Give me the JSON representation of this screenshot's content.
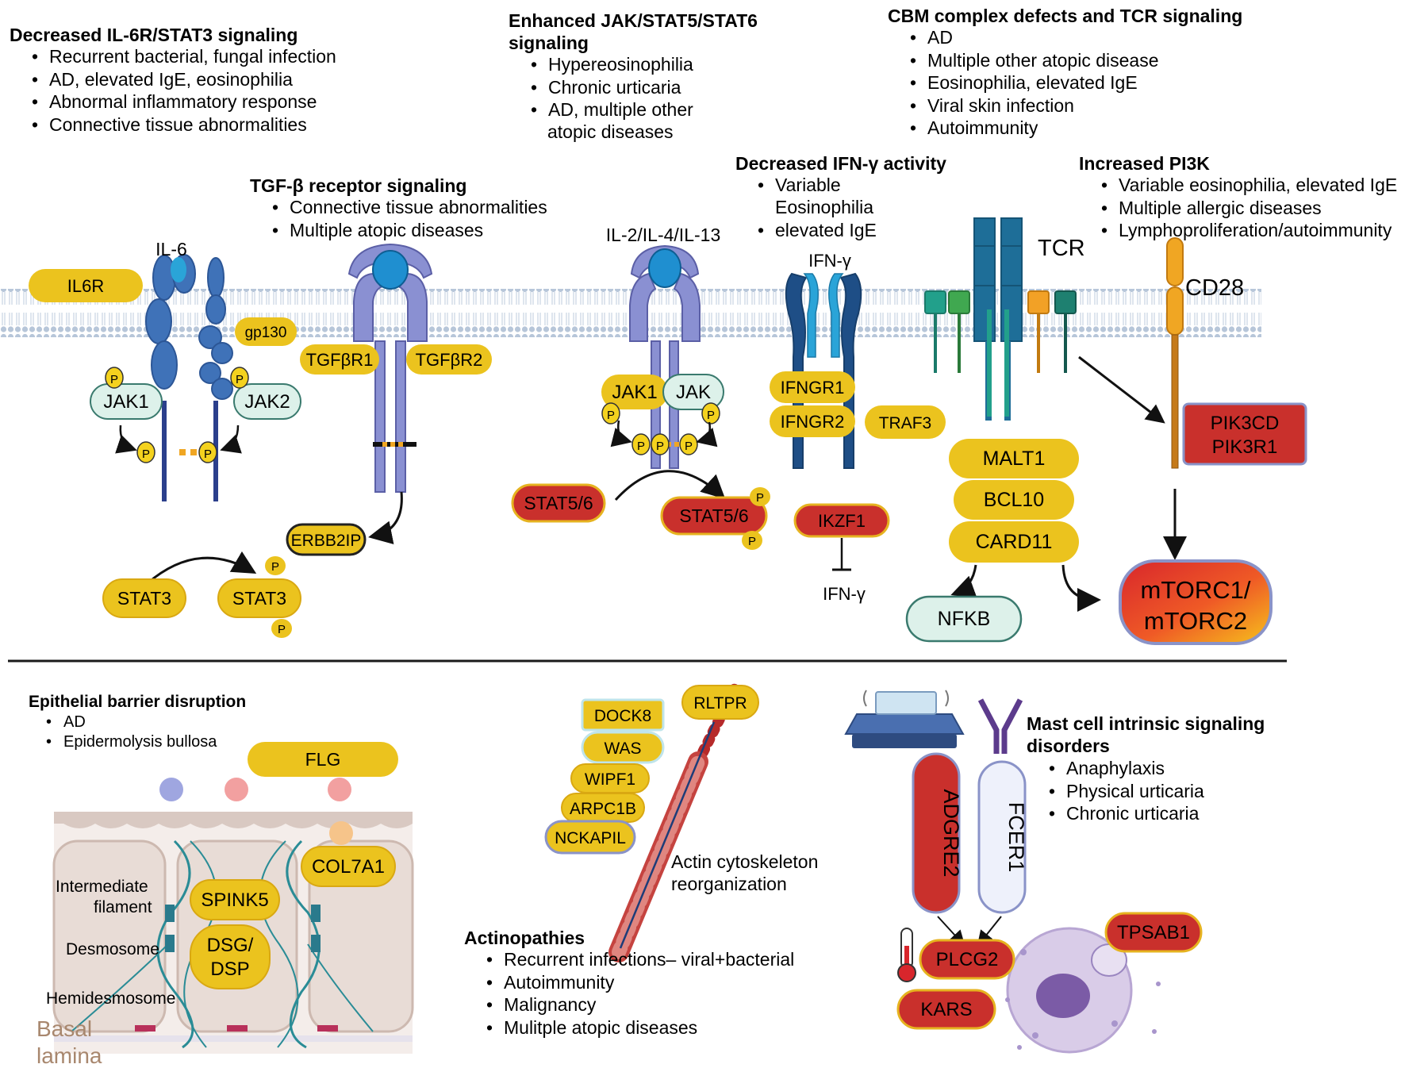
{
  "colors": {
    "gold": "#EBC31E",
    "gold_stroke": "#D9A812",
    "red": "#C9302C",
    "red_stroke": "#E6B320",
    "mint": "#DDF1EA",
    "mint_stroke": "#3A7A6E",
    "receptor_blue": "#3F72B8",
    "receptor_purple": "#8A90D2",
    "membrane": "#B9C7D8",
    "divider": "#1a1a1a"
  },
  "sections": {
    "il6": {
      "title": "Decreased IL-6R/STAT3 signaling",
      "items": [
        "Recurrent bacterial, fungal infection",
        "AD, elevated IgE, eosinophilia",
        "Abnormal inflammatory response",
        "Connective tissue abnormalities"
      ]
    },
    "jak": {
      "title_line1": "Enhanced JAK/STAT5/STAT6",
      "title_line2": "signaling",
      "items": [
        "Hypereosinophilia",
        "Chronic urticaria",
        "AD, multiple other",
        "atopic diseases"
      ]
    },
    "cbm": {
      "title": "CBM complex defects and TCR signaling",
      "items": [
        "AD",
        "Multiple other atopic disease",
        "Eosinophilia, elevated IgE",
        "Viral skin infection",
        "Autoimmunity"
      ]
    },
    "tgf": {
      "title": "TGF-β receptor signaling",
      "items": [
        "Connective tissue abnormalities",
        "Multiple atopic diseases"
      ]
    },
    "ifn": {
      "title": "Decreased IFN-γ activity",
      "items": [
        "Variable",
        "Eosinophilia",
        "elevated IgE"
      ]
    },
    "pi3k": {
      "title": "Increased PI3K",
      "items": [
        "Variable eosinophilia, elevated IgE",
        "Multiple allergic diseases",
        "Lymphoproliferation/autoimmunity"
      ]
    },
    "epithelial": {
      "title": "Epithelial barrier disruption",
      "items": [
        "AD",
        "Epidermolysis bullosa"
      ]
    },
    "actin": {
      "title": "Actinopathies",
      "items": [
        "Recurrent infections– viral+bacterial",
        "Autoimmunity",
        "Malignancy",
        "Mulitple atopic diseases"
      ]
    },
    "mast": {
      "title_line1": "Mast cell intrinsic signaling",
      "title_line2": "disorders",
      "items": [
        "Anaphylaxis",
        "Physical urticaria",
        "Chronic urticaria"
      ]
    }
  },
  "labels": {
    "il6": "IL-6",
    "il6r": "IL6R",
    "gp130": "gp130",
    "jak1": "JAK1",
    "jak2": "JAK2",
    "p": "P",
    "stat3": "STAT3",
    "tgfbr1": "TGFβR1",
    "tgfbr2": "TGFβR2",
    "erbb2ip": "ERBB2IP",
    "il2_4_13": "IL-2/IL-4/IL-13",
    "jak1b": "JAK1",
    "jak": "JAK",
    "stat56": "STAT5/6",
    "ifng": "IFN-γ",
    "ifngr1": "IFNGR1",
    "ifngr2": "IFNGR2",
    "traf3": "TRAF3",
    "ikzf1": "IKZF1",
    "ifng_out": "IFN-γ",
    "tcr": "TCR",
    "malt1": "MALT1",
    "bcl10": "BCL10",
    "card11": "CARD11",
    "nfkb": "NFKB",
    "cd28": "CD28",
    "pik3cd": "PIK3CD",
    "pik3r1": "PIK3R1",
    "mtorc1": "mTORC1/",
    "mtorc2": "mTORC2",
    "flg": "FLG",
    "col7a1": "COL7A1",
    "spink5": "SPINK5",
    "dsg": "DSG/",
    "dsp": "DSP",
    "intermediate1": "Intermediate",
    "intermediate2": "filament",
    "desmosome": "Desmosome",
    "hemidesmosome": "Hemidesmosome",
    "basal1": "Basal",
    "basal2": "lamina",
    "dock8": "DOCK8",
    "rltpr": "RLTPR",
    "was": "WAS",
    "wipf1": "WIPF1",
    "arpc1b": "ARPC1B",
    "nckapil": "NCKAPIL",
    "actin1": "Actin cytoskeleton",
    "actin2": "reorganization",
    "adgre2": "ADGRE2",
    "fcer1": "FCER1",
    "plcg2": "PLCG2",
    "kars": "KARS",
    "tpsab1": "TPSAB1"
  }
}
